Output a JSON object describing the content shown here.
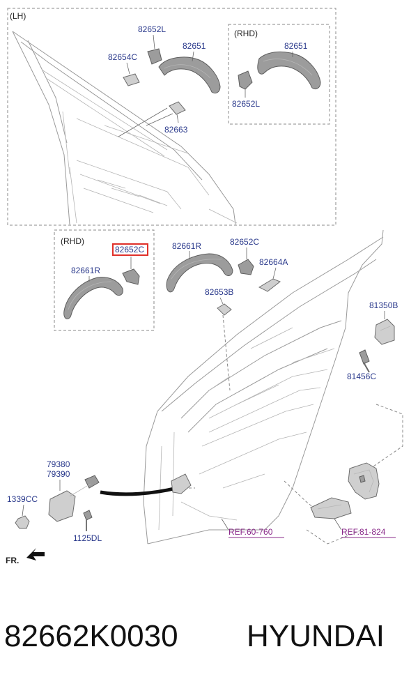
{
  "boxes": {
    "lh_title": "(LH)",
    "rhd_top_title": "(RHD)",
    "rhd_bottom_title": "(RHD)"
  },
  "parts": {
    "p82652L_a": "82652L",
    "p82654C": "82654C",
    "p82651_a": "82651",
    "p82663": "82663",
    "p82651_b": "82651",
    "p82652L_b": "82652L",
    "p82652C_a": "82652C",
    "p82661R_a": "82661R",
    "p82661R_b": "82661R",
    "p82652C_b": "82652C",
    "p82664A": "82664A",
    "p82653B": "82653B",
    "p81350B": "81350B",
    "p81456C": "81456C",
    "p79380": "79380",
    "p79390": "79390",
    "p1339CC": "1339CC",
    "p1125DL": "1125DL"
  },
  "refs": {
    "ref_a": "REF.60-760",
    "ref_b": "REF.81-824"
  },
  "direction": "FR.",
  "caption": {
    "part_number": "82662K0030",
    "brand": "HYUNDAI"
  },
  "colors": {
    "label": "#2b3a8c",
    "ref": "#8a2a8a",
    "highlight": "#e0302a"
  }
}
